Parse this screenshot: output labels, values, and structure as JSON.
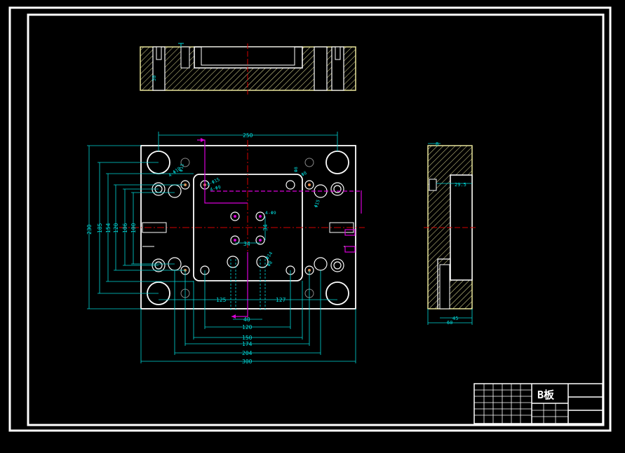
{
  "colors": {
    "background": "#000000",
    "frame": "#ffffff",
    "dimension": "#00d7d7",
    "hatch": "#e8e49a",
    "centerline": "#d40000",
    "section_mark": "#d800d8",
    "orange_hole": "#e88a4a"
  },
  "dimensions": {
    "top_view": {
      "width_250": "250",
      "depth_30": "30"
    },
    "vertical": [
      "230",
      "185",
      "154",
      "120",
      "106",
      "100"
    ],
    "right_side": {
      "vert_34": "34"
    },
    "horizontal_inner": {
      "h34": "34",
      "left_125": "125",
      "right_127": "127"
    },
    "bottom": [
      "40",
      "120",
      "150",
      "174",
      "204",
      "300"
    ],
    "callouts": {
      "c1": "4-Φ10",
      "c2": "4-Φ15",
      "c3": "4-Φ9",
      "c4": "Φ13",
      "c5": "4-Φ9",
      "c6": "Φ8",
      "c7": "Φ8",
      "c8": "Φ15",
      "c9": "Φ14",
      "c10": "Φ8"
    },
    "side_view": {
      "top_8": "8",
      "mid_29_5": "29.5",
      "bottom_45": "45",
      "bottom_60": "60"
    }
  },
  "title_block": {
    "part_name": "B板"
  }
}
